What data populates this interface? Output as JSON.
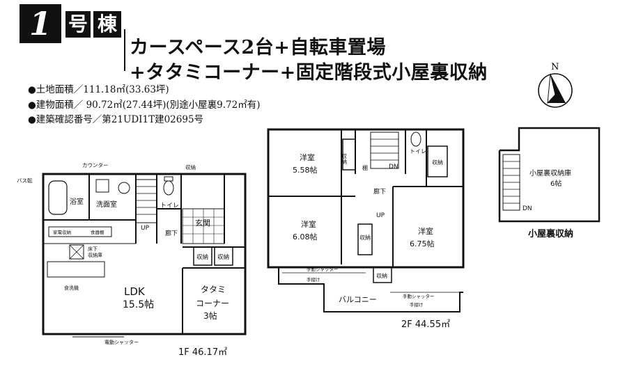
{
  "header": {
    "building_number": "1",
    "building_suffix_1": "号",
    "building_suffix_2": "棟",
    "title_line_1": "カースペース2台+自転車置場",
    "title_line_2": "+タタミコーナー+固定階段式小屋裏収納"
  },
  "specs": {
    "land_area": "●土地面積／111.18㎡(33.63坪)",
    "building_area": "●建物面積／ 90.72㎡(27.44坪)(別途小屋裏9.72㎡有)",
    "confirmation_number": "●建築確認番号／第21UDI1T建02695号"
  },
  "compass": {
    "north_label": "N"
  },
  "floor1": {
    "area_label": "1F 46.17㎡",
    "rooms": {
      "bath_label": "浴室",
      "washroom_label": "洗面室",
      "toilet_label": "トイレ",
      "ldk_label": "LDK",
      "ldk_size": "15.5帖",
      "entrance_label": "玄関",
      "hall_label": "廊下",
      "tatami_label_1": "タタミ",
      "tatami_label_2": "コーナー",
      "tatami_size": "3帖",
      "storage_1": "収納",
      "storage_2": "収納",
      "storage_top": "収納"
    },
    "annotations": {
      "bath_door": "バス転",
      "counter": "カウンター",
      "up": "UP",
      "pantry_1": "床下",
      "pantry_2": "収納庫",
      "dishwasher": "食洗機",
      "shutter": "電動シャッター",
      "kitchen_storage_a": "家電収納",
      "kitchen_storage_b": "食器棚"
    }
  },
  "floor2": {
    "area_label": "2F 44.55㎡",
    "rooms": {
      "room_a_label": "洋室",
      "room_a_size": "5.58帖",
      "room_b_label": "洋室",
      "room_b_size": "6.08帖",
      "room_c_label": "洋室",
      "room_c_size": "6.75帖",
      "toilet_label": "トイレ",
      "hall_label": "廊下",
      "balcony_label": "バルコニー",
      "storage_a": "収納",
      "storage_b": "収納",
      "storage_c": "収納",
      "storage_d": "収納",
      "shelf": "棚"
    },
    "annotations": {
      "dn": "DN",
      "up": "UP",
      "shutter_1": "手動シャッター",
      "handrail_1": "手摺け",
      "shutter_2": "手動シャッター",
      "handrail_2": "手摺け"
    }
  },
  "attic": {
    "caption": "小屋裏収納",
    "room_label": "小屋裏収納庫",
    "room_size": "6帖",
    "dn": "DN"
  }
}
